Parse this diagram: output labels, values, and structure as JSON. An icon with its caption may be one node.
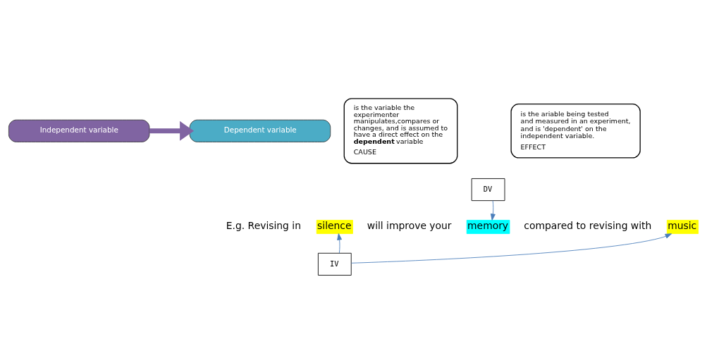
{
  "diagram": {
    "nodes": [
      {
        "text": [
          "Independent variable"
        ]
      },
      {
        "text": [
          "is the variable the experimenter manipulates,compares or changes, and is assumed to have a direct effect on the **dependent** variable",
          "CAUSE"
        ]
      },
      {
        "text": [
          "Dependent variable"
        ]
      },
      {
        "text": [
          "is the ariable being tested and measured in an experiment, and is 'dependent' on the independent variable.",
          "EFFECT"
        ]
      },
      {
        "text": [
          "DV"
        ]
      },
      {
        "text": [
          "IV"
        ]
      },
      {
        "text": [
          "silence"
        ]
      },
      {
        "text": [
          "memory"
        ]
      },
      {
        "text": [
          "music"
        ]
      }
    ],
    "edges": [
      {
        "from": 0,
        "to": 2,
        "arrow": "to",
        "style": "thick",
        "color": "#8064a2"
      },
      {
        "from": 4,
        "to": 7,
        "arrow": "to"
      },
      {
        "from": 5,
        "to": 6,
        "arrow": "to"
      },
      {
        "from": 5,
        "to": 8,
        "arrow": "to"
      }
    ],
    "labels": [
      "E.g. Revising in",
      "will improve your",
      "compared to revising with"
    ]
  }
}
